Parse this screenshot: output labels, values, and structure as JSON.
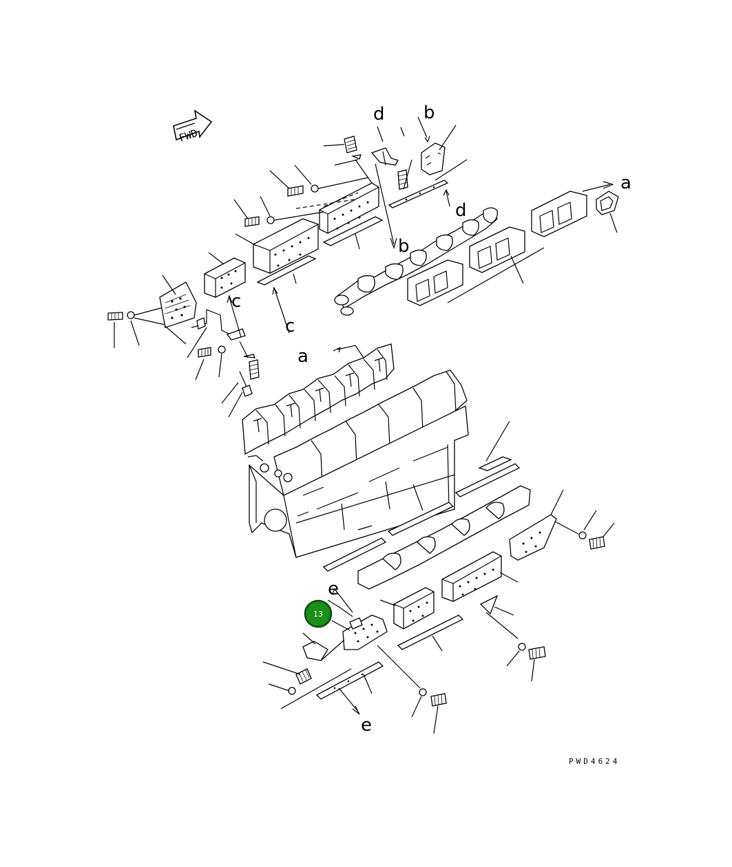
{
  "fwd_label": "FWD",
  "drawing_code": "PWD4624",
  "callout": {
    "number": "13",
    "color": "#1a8f1a",
    "ring": "#0a4a0a"
  },
  "ref_letters": {
    "a": "a",
    "b": "b",
    "c": "c",
    "d": "d",
    "e": "e"
  }
}
